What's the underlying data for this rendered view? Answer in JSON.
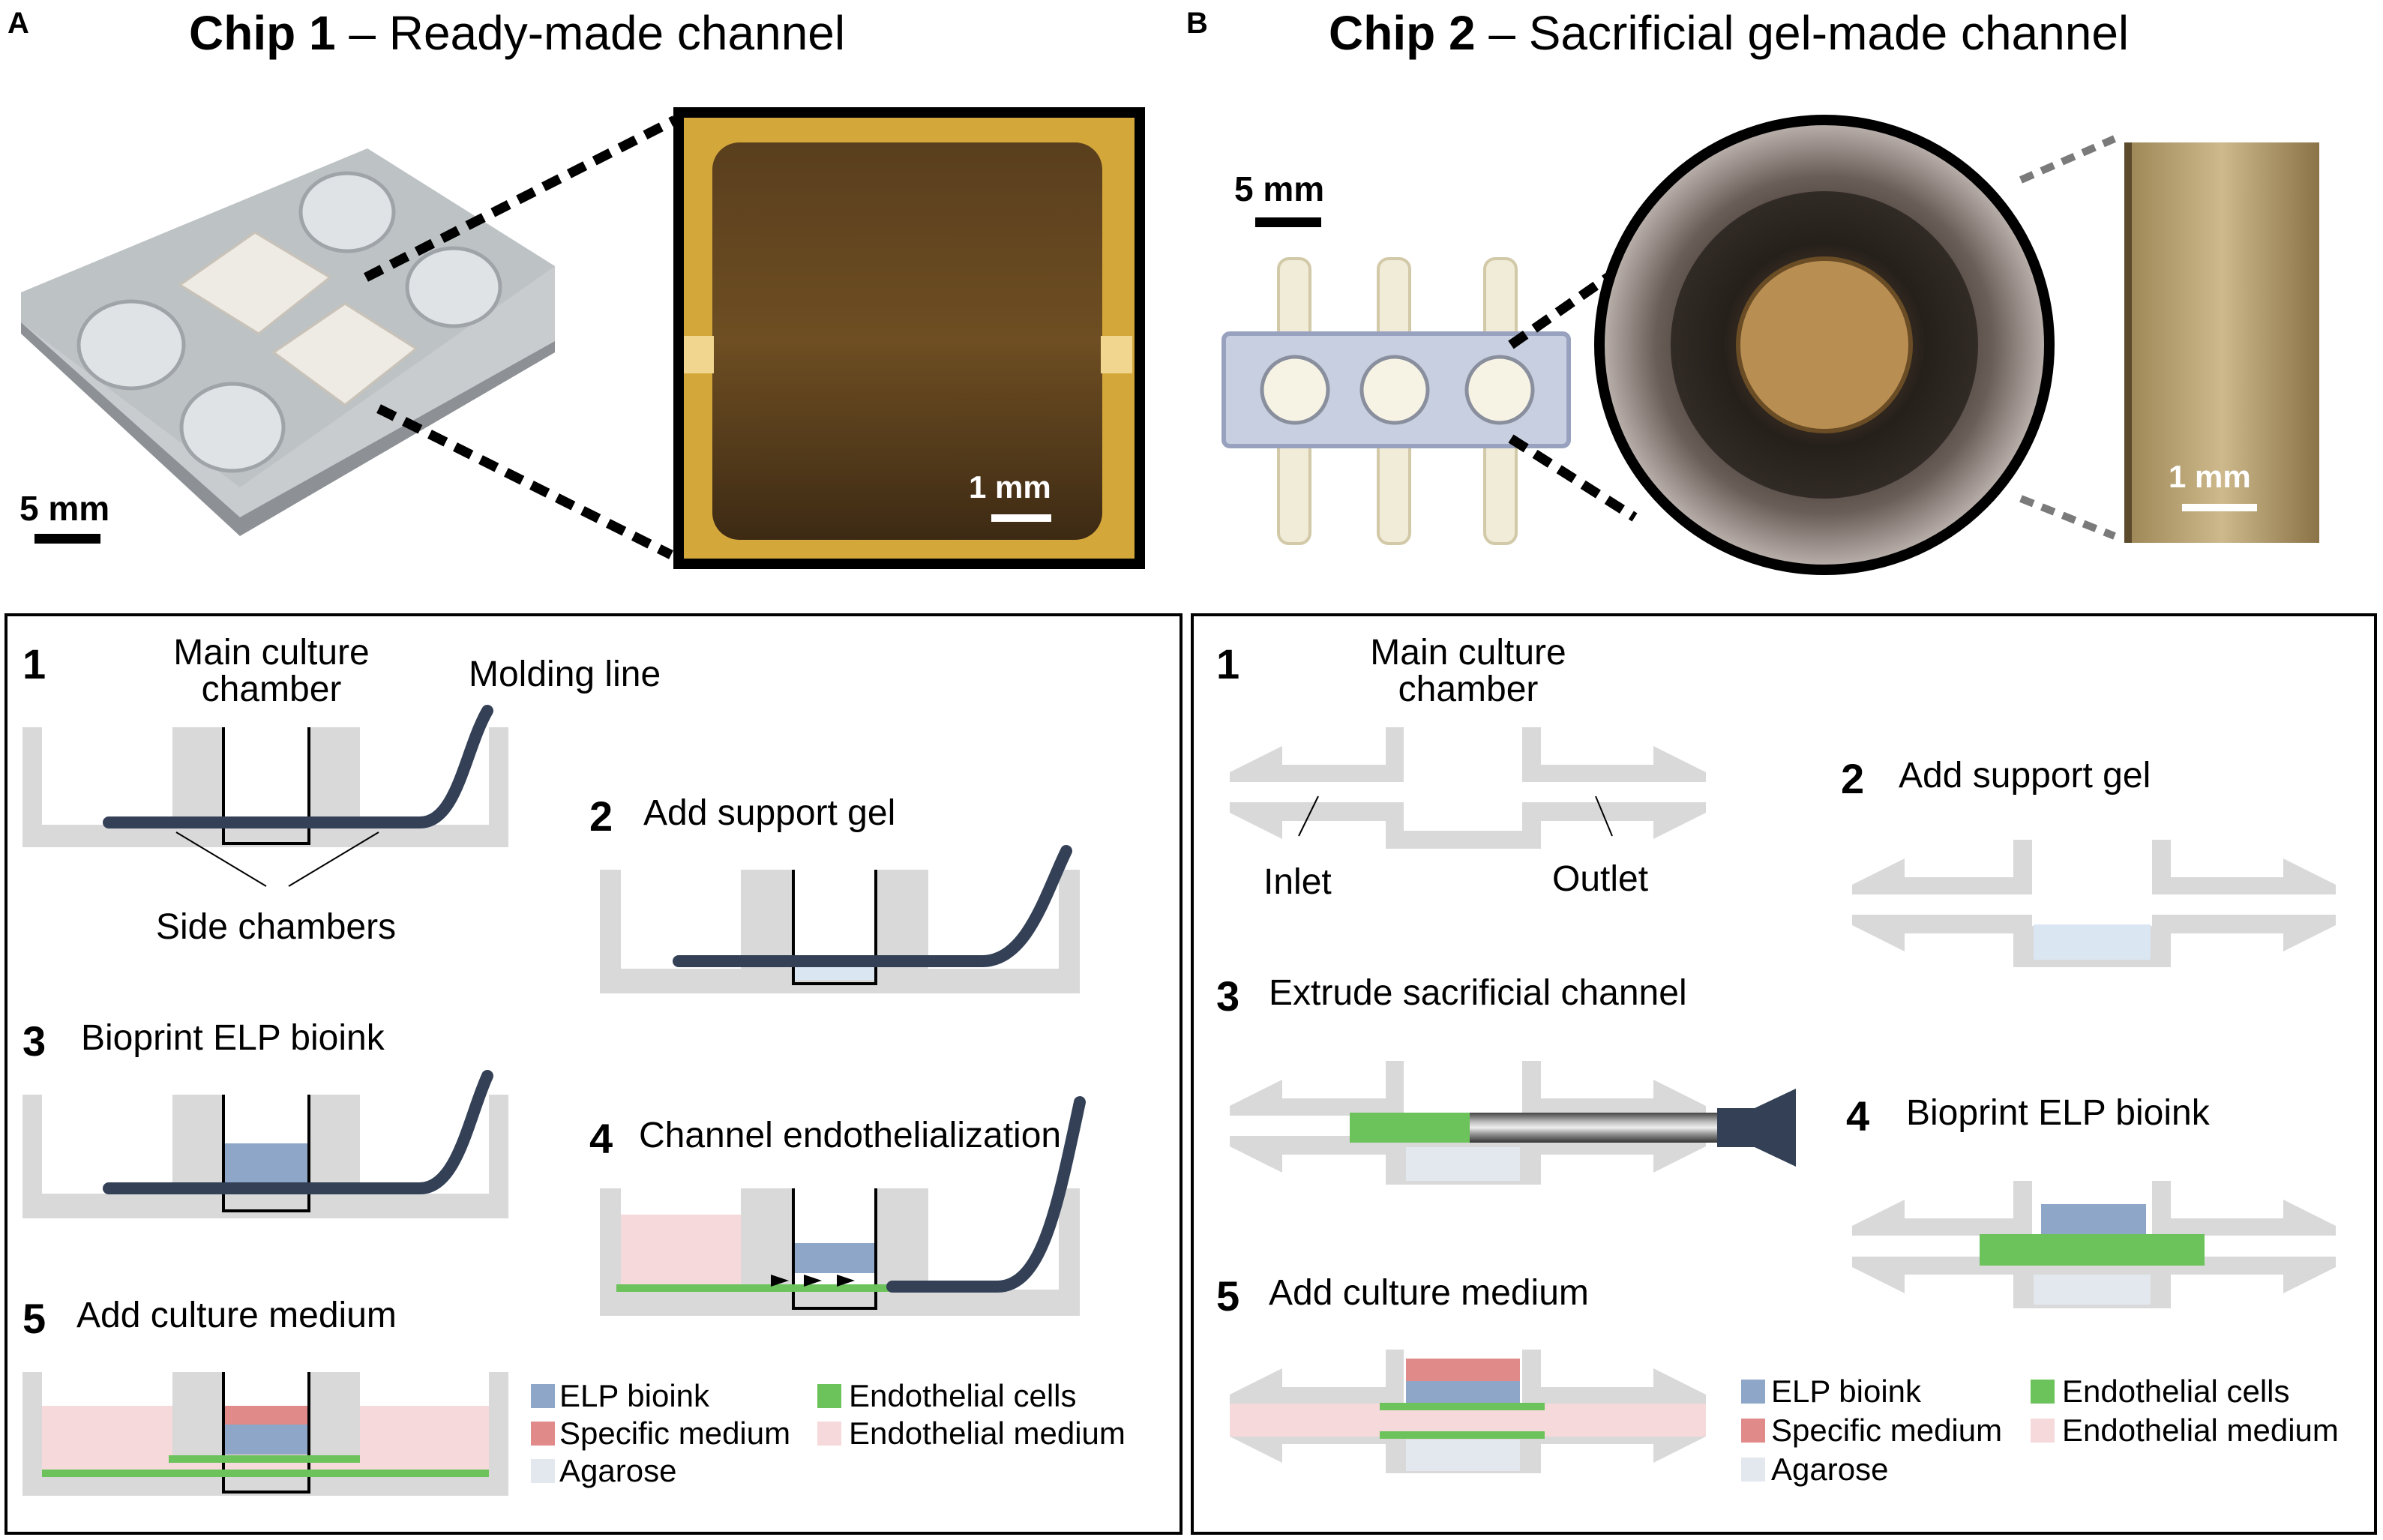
{
  "panel_a": {
    "letter": "A",
    "title_bold": "Chip 1",
    "title_rest": " – Ready-made channel",
    "scale_photo": "5 mm",
    "scale_micro": "1 mm"
  },
  "panel_b": {
    "letter": "B",
    "title_bold": "Chip 2",
    "title_rest": " – Sacrificial gel-made channel",
    "scale_photo": "5 mm",
    "scale_micro": "1 mm"
  },
  "left_box": {
    "step1_num": "1",
    "main_chamber_line1": "Main culture",
    "main_chamber_line2": "chamber",
    "molding_line": "Molding line",
    "side_chambers": "Side chambers",
    "step2_num": "2",
    "step2_label": "Add support gel",
    "step3_num": "3",
    "step3_label": "Bioprint ELP bioink",
    "step4_num": "4",
    "step4_label": "Channel endothelialization",
    "step5_num": "5",
    "step5_label": "Add culture medium"
  },
  "right_box": {
    "step1_num": "1",
    "main_chamber_line1": "Main culture",
    "main_chamber_line2": "chamber",
    "inlet": "Inlet",
    "outlet": "Outlet",
    "step2_num": "2",
    "step2_label": "Add support gel",
    "step3_num": "3",
    "step3_label": "Extrude sacrificial channel",
    "step4_num": "4",
    "step4_label": "Bioprint ELP bioink",
    "step5_num": "5",
    "step5_label": "Add culture medium"
  },
  "legend": {
    "elp": "ELP bioink",
    "specific": "Specific medium",
    "agarose": "Agarose",
    "endo_cells": "Endothelial cells",
    "endo_medium": "Endothelial medium"
  },
  "colors": {
    "chamber_gray": "#d9d9d9",
    "molding_line": "#334056",
    "elp": "#8ea6c7",
    "specific_medium": "#e08a8a",
    "agarose": "#e3e8ef",
    "support_gel": "#dbe6f3",
    "endothelial_cells": "#6cc35c",
    "endothelial_medium": "#f6d9db"
  }
}
